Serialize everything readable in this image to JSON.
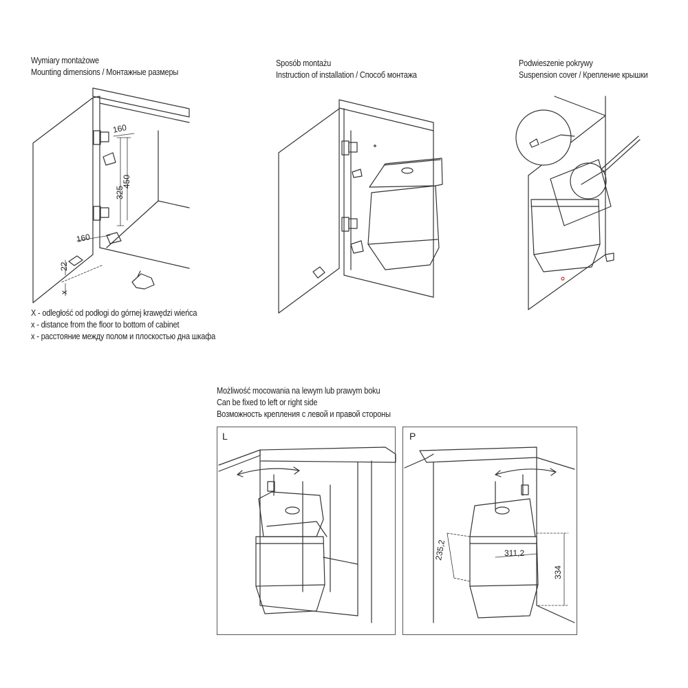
{
  "panels": {
    "mounting": {
      "lines": [
        "Wymiary montażowe",
        "Mounting dimensions / Монтажные размеры"
      ],
      "dims": {
        "d160_top": "160",
        "d325": "325",
        "d450": "450",
        "d160_bottom": "160",
        "d22": "22",
        "x": "x"
      },
      "notes": [
        "X - odległość od podłogi do górnej krawędzi wieńca",
        "x - distance from the  floor to bottom of cabinet",
        "x - расстояние между полом и плоскостью дна шкафа"
      ]
    },
    "installation": {
      "lines": [
        "Sposób montażu",
        "Instruction of installation / Способ монтажа"
      ]
    },
    "suspension": {
      "lines": [
        "Podwieszenie pokrywy",
        "Suspension cover / Крепление крышки"
      ]
    },
    "sides": {
      "lines": [
        "Możliwość mocowania na lewym lub prawym boku",
        "Can be fixed to left or right side",
        "Возможность крепления с левой и правой стороны"
      ],
      "left_label": "L",
      "right_label": "P",
      "dims": {
        "depth": "235,2",
        "width": "311,2",
        "height": "334"
      }
    }
  }
}
